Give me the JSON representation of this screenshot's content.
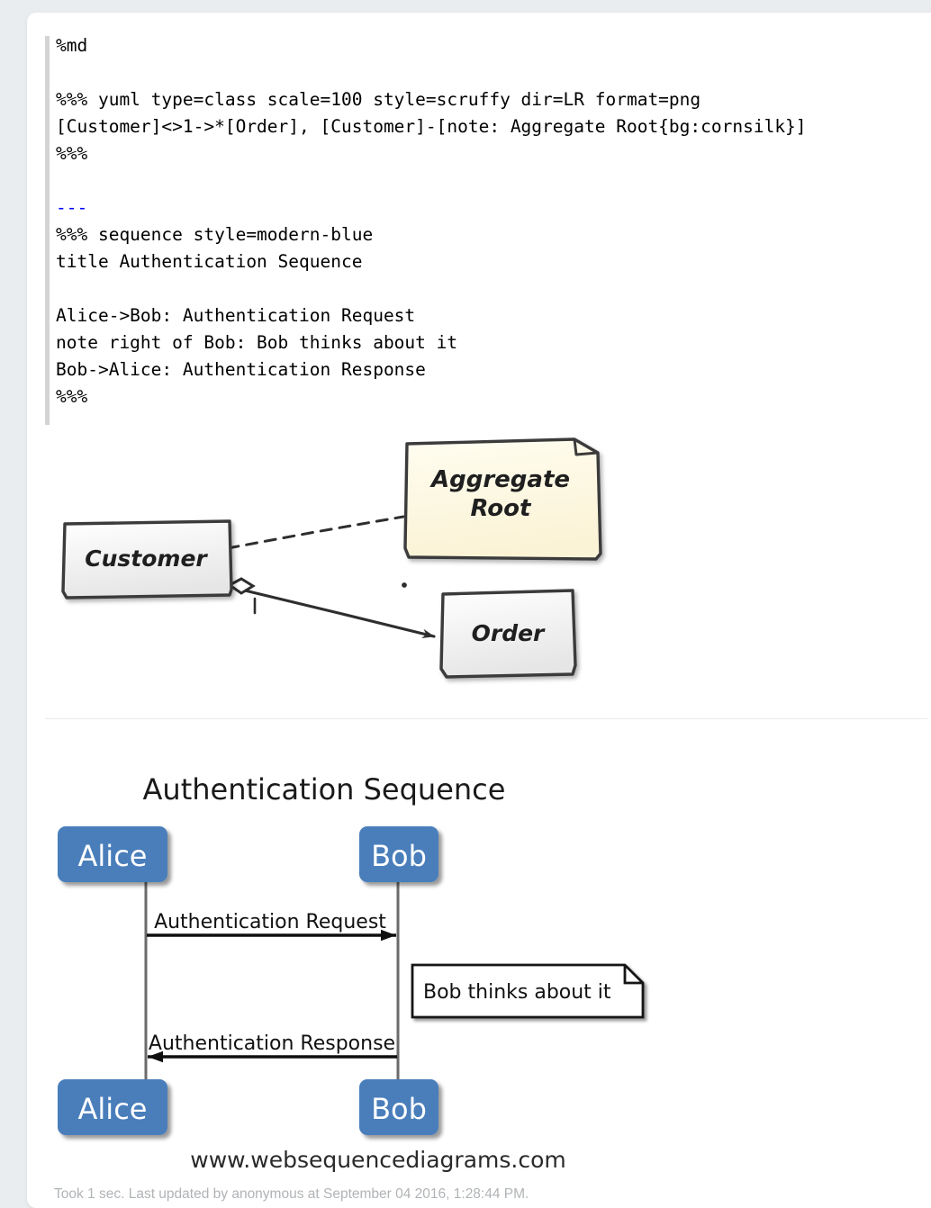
{
  "editor": {
    "language_marker": "%md",
    "lines": [
      "%md",
      "",
      "%%% yuml type=class scale=100 style=scruffy dir=LR format=png",
      "[Customer]<>1->*[Order], [Customer]-[note: Aggregate Root{bg:cornsilk}]",
      "%%%",
      "",
      "---",
      "%%% sequence style=modern-blue",
      "title Authentication Sequence",
      "",
      "Alice->Bob: Authentication Request",
      "note right of Bob: Bob thinks about it",
      "Bob->Alice: Authentication Response",
      "%%%"
    ],
    "line_1": "%md",
    "line_3": "%%% yuml type=class scale=100 style=scruffy dir=LR format=png",
    "line_4": "[Customer]<>1->*[Order], [Customer]-[note: Aggregate Root{bg:cornsilk}]",
    "line_5": "%%%",
    "line_7": "---",
    "line_8": "%%% sequence style=modern-blue",
    "line_9": "title Authentication Sequence",
    "line_11": "Alice->Bob: Authentication Request",
    "line_12": "note right of Bob: Bob thinks about it",
    "line_13": "Bob->Alice: Authentication Response",
    "line_14": "%%%"
  },
  "class_diagram": {
    "style": "scruffy",
    "direction": "LR",
    "classes": [
      {
        "name": "Customer"
      },
      {
        "name": "Order"
      }
    ],
    "note": {
      "text_line1": "Aggregate",
      "text_line2": "Root",
      "background": "#fdf8e3"
    },
    "relations": [
      {
        "from": "Customer",
        "to": "Order",
        "type": "aggregation",
        "from_multiplicity": "1",
        "to_multiplicity": "*"
      },
      {
        "from": "Customer",
        "to": "note",
        "type": "dashed-link"
      }
    ]
  },
  "sequence_diagram": {
    "style": "modern-blue",
    "title": "Authentication Sequence",
    "actors": [
      "Alice",
      "Bob"
    ],
    "actor_color": "#4a7ebb",
    "actor_text_color": "#ffffff",
    "messages": [
      {
        "from": "Alice",
        "to": "Bob",
        "label": "Authentication Request",
        "direction": "right"
      },
      {
        "from": "Bob",
        "to": "Alice",
        "label": "Authentication Response",
        "direction": "left"
      }
    ],
    "notes": [
      {
        "anchor": "right of Bob",
        "text": "Bob thinks about it"
      }
    ],
    "watermark": "www.websequencediagrams.com"
  },
  "footer": {
    "status": "Took 1 sec. Last updated by anonymous at September 04 2016, 1:28:44 PM."
  }
}
